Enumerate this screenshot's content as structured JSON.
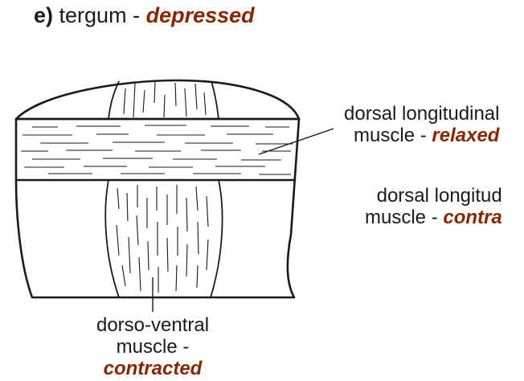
{
  "heading": {
    "letter": "e)",
    "text": "tergum -",
    "state": "depressed"
  },
  "labels": {
    "dlm_relaxed": {
      "line1": "dorsal longitudinal",
      "line2": "muscle -",
      "state": "relaxed"
    },
    "dlm_contracted": {
      "line1": "dorsal longitud",
      "line2": "muscle -",
      "state": "contra"
    },
    "dv_contracted": {
      "line1": "dorso-ventral",
      "line2": "muscle -",
      "state": "contracted"
    }
  },
  "colors": {
    "ink": "#1a1a1a",
    "background": "#ffffff",
    "state_text": "#8b2500"
  }
}
